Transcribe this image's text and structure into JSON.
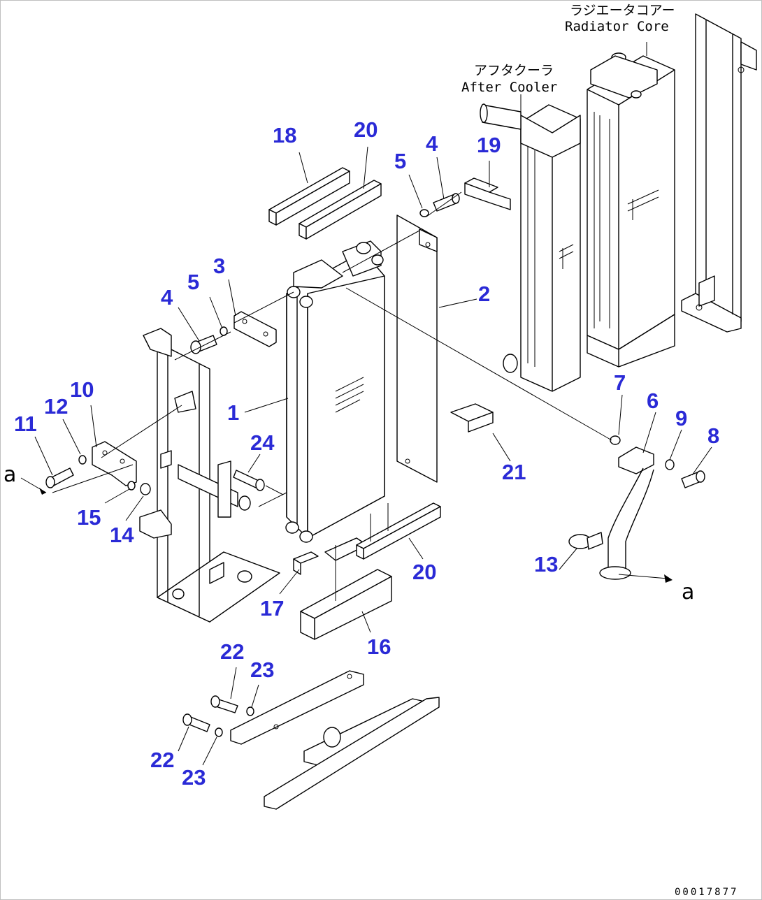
{
  "captions": {
    "radiator_core_jp": "ラジエータコアー",
    "radiator_core_en": "Radiator Core",
    "after_cooler_jp": "アフタクーラ",
    "after_cooler_en": "After Cooler"
  },
  "reference_letter": "a",
  "document_number": "00017877",
  "colors": {
    "callout": "#2a2ad6",
    "line": "#000000",
    "background": "#ffffff"
  },
  "callouts": [
    {
      "id": "c1",
      "text": "1"
    },
    {
      "id": "c2",
      "text": "2"
    },
    {
      "id": "c3",
      "text": "3"
    },
    {
      "id": "c4a",
      "text": "4"
    },
    {
      "id": "c4b",
      "text": "4"
    },
    {
      "id": "c5a",
      "text": "5"
    },
    {
      "id": "c5b",
      "text": "5"
    },
    {
      "id": "c6",
      "text": "6"
    },
    {
      "id": "c7",
      "text": "7"
    },
    {
      "id": "c8",
      "text": "8"
    },
    {
      "id": "c9",
      "text": "9"
    },
    {
      "id": "c10",
      "text": "10"
    },
    {
      "id": "c11",
      "text": "11"
    },
    {
      "id": "c12",
      "text": "12"
    },
    {
      "id": "c13",
      "text": "13"
    },
    {
      "id": "c14",
      "text": "14"
    },
    {
      "id": "c15",
      "text": "15"
    },
    {
      "id": "c16",
      "text": "16"
    },
    {
      "id": "c17",
      "text": "17"
    },
    {
      "id": "c18",
      "text": "18"
    },
    {
      "id": "c19",
      "text": "19"
    },
    {
      "id": "c20a",
      "text": "20"
    },
    {
      "id": "c20b",
      "text": "20"
    },
    {
      "id": "c21",
      "text": "21"
    },
    {
      "id": "c22a",
      "text": "22"
    },
    {
      "id": "c22b",
      "text": "22"
    },
    {
      "id": "c23a",
      "text": "23"
    },
    {
      "id": "c23b",
      "text": "23"
    },
    {
      "id": "c24",
      "text": "24"
    }
  ]
}
